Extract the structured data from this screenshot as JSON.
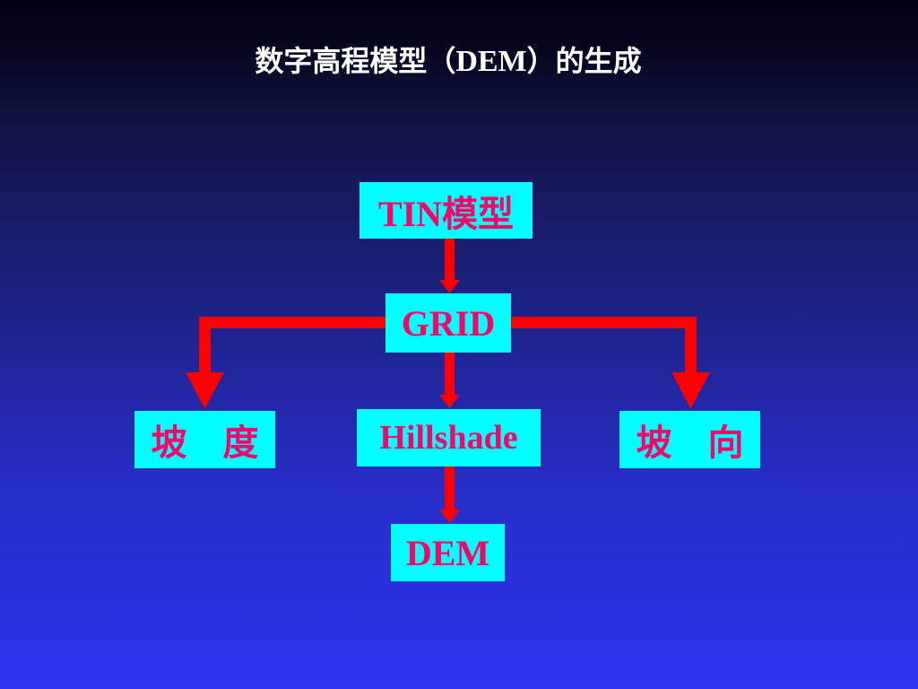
{
  "title": "数字高程模型（DEM）的生成",
  "title_parts": {
    "before": "数字高程模型（",
    "latin": "DEM",
    "after": "）的生成"
  },
  "nodes": {
    "tin": "TIN模型",
    "grid": "GRID",
    "slope": "坡　度",
    "hillshade": "Hillshade",
    "aspect": "坡　向",
    "dem": "DEM"
  },
  "edges": [
    {
      "from": "TIN模型",
      "to": "GRID"
    },
    {
      "from": "GRID",
      "to": "坡　度"
    },
    {
      "from": "GRID",
      "to": "Hillshade"
    },
    {
      "from": "GRID",
      "to": "坡　向"
    },
    {
      "from": "Hillshade",
      "to": "DEM"
    }
  ],
  "colors": {
    "background_top": "#000018",
    "background_bottom": "#2d33f0",
    "title_text": "#ffffff",
    "node_fill": "#00ffff",
    "node_text": "#ff0066",
    "arrow": "#ff0000"
  }
}
